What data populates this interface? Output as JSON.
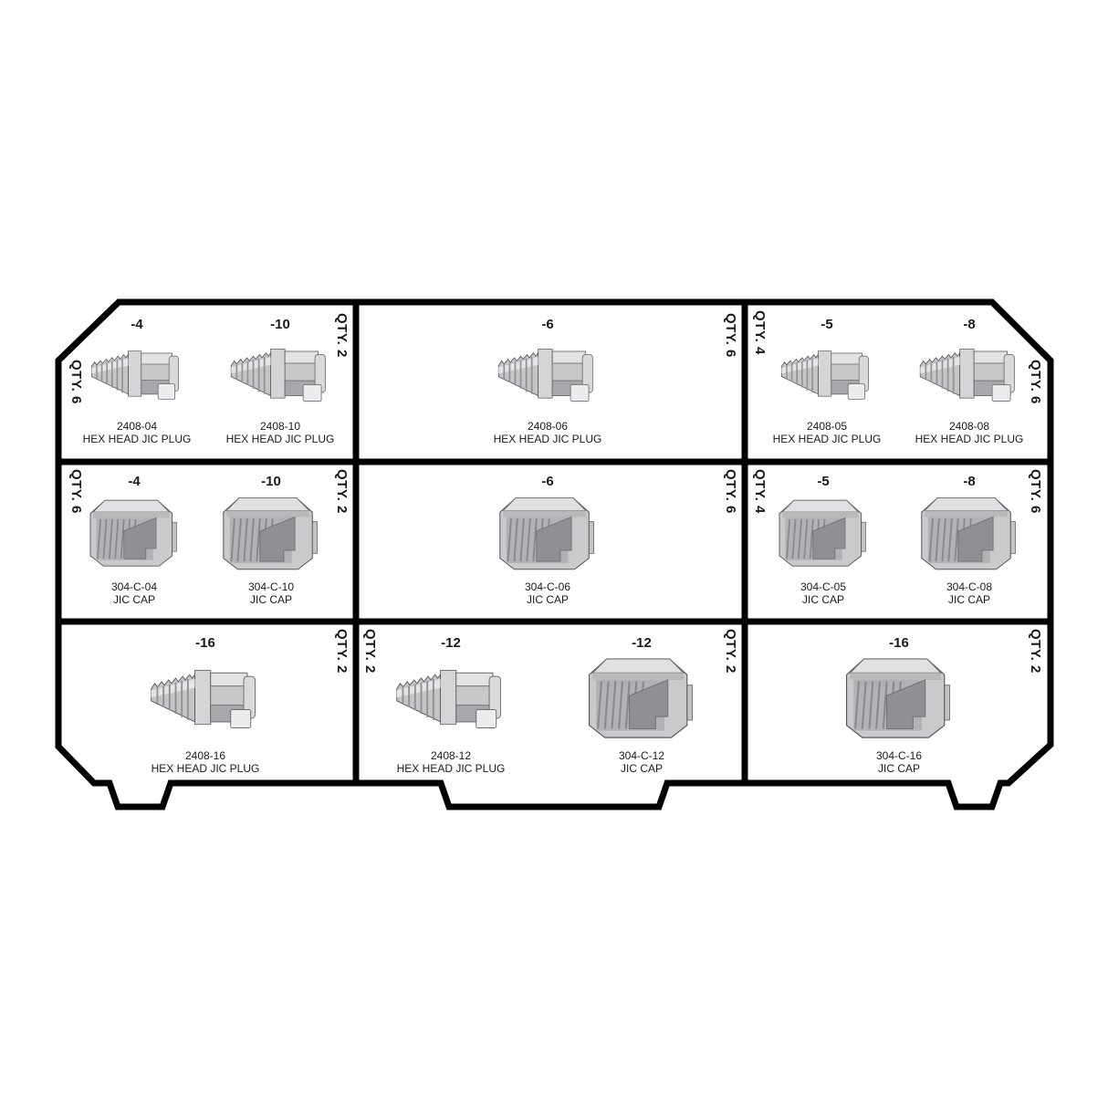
{
  "palette": {
    "outline": "#000000",
    "text": "#1a1a1a",
    "fitting_light": "#e2e3e4",
    "fitting_mid": "#c7c8ca",
    "fitting_dark": "#8e9093"
  },
  "cells": [
    {
      "qty_left": "QTY. 6",
      "qty_right": "QTY. 2",
      "items": [
        {
          "size": "-4",
          "part": "2408-04",
          "name": "HEX HEAD JIC PLUG"
        },
        {
          "size": "-10",
          "part": "2408-10",
          "name": "HEX HEAD JIC PLUG"
        }
      ]
    },
    {
      "qty_right": "QTY. 6",
      "items": [
        {
          "size": "-6",
          "part": "2408-06",
          "name": "HEX HEAD JIC PLUG"
        }
      ]
    },
    {
      "qty_left": "QTY. 4",
      "qty_right": "QTY. 6",
      "items": [
        {
          "size": "-5",
          "part": "2408-05",
          "name": "HEX HEAD JIC PLUG"
        },
        {
          "size": "-8",
          "part": "2408-08",
          "name": "HEX HEAD JIC PLUG"
        }
      ]
    },
    {
      "qty_left": "QTY. 6",
      "qty_right": "QTY. 2",
      "items": [
        {
          "size": "-4",
          "part": "304-C-04",
          "name": "JIC CAP"
        },
        {
          "size": "-10",
          "part": "304-C-10",
          "name": "JIC CAP"
        }
      ]
    },
    {
      "qty_right": "QTY. 6",
      "items": [
        {
          "size": "-6",
          "part": "304-C-06",
          "name": "JIC CAP"
        }
      ]
    },
    {
      "qty_left": "QTY. 4",
      "qty_right": "QTY. 6",
      "items": [
        {
          "size": "-5",
          "part": "304-C-05",
          "name": "JIC CAP"
        },
        {
          "size": "-8",
          "part": "304-C-08",
          "name": "JIC CAP"
        }
      ]
    },
    {
      "qty_right": "QTY. 2",
      "items": [
        {
          "size": "-16",
          "part": "2408-16",
          "name": "HEX HEAD JIC PLUG"
        }
      ]
    },
    {
      "qty_left": "QTY. 2",
      "qty_right": "QTY. 2",
      "items": [
        {
          "size": "-12",
          "part": "2408-12",
          "name": "HEX HEAD JIC PLUG"
        },
        {
          "size": "-12",
          "part": "304-C-12",
          "name": "JIC CAP"
        }
      ]
    },
    {
      "qty_right": "QTY. 2",
      "items": [
        {
          "size": "-16",
          "part": "304-C-16",
          "name": "JIC CAP"
        }
      ]
    }
  ]
}
